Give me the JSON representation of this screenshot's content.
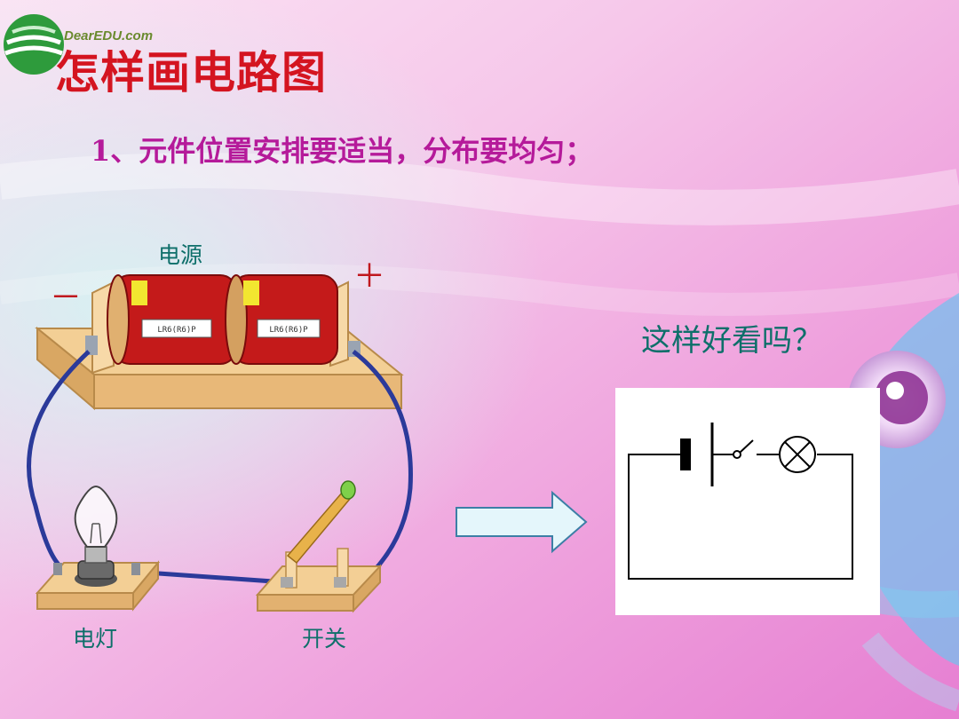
{
  "slide": {
    "logo_text": "DearEDU.com",
    "title": "怎样画电路图",
    "point": "1、元件位置安排要适当，分布要均匀；",
    "question": "这样好看吗？"
  },
  "components": {
    "power": "电源",
    "lamp": "电灯",
    "switch": "开关",
    "minus": "－",
    "plus": "＋"
  },
  "colors": {
    "title": "#d41420",
    "point": "#b51a9a",
    "label": "#0e6f6a",
    "wire": "#2b3a9a",
    "battery": "#c41a1a"
  }
}
